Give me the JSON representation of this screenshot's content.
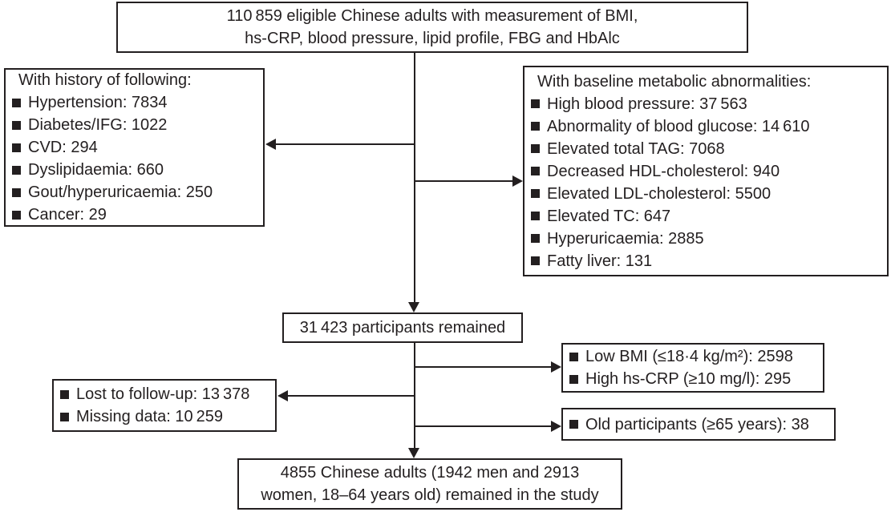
{
  "figure": {
    "colors": {
      "text": "#231f20",
      "border": "#231f20",
      "background": "#ffffff"
    },
    "eligible_box": {
      "line1": "110 859 eligible Chinese adults with measurement of BMI,",
      "line2": "hs-CRP, blood pressure, lipid profile, FBG and HbAlc"
    },
    "history_box": {
      "title": "With history of following:",
      "items": [
        "Hypertension: 7834",
        "Diabetes/IFG: 1022",
        "CVD: 294",
        "Dyslipidaemia: 660",
        "Gout/hyperuricaemia: 250",
        "Cancer: 29"
      ]
    },
    "metabolic_box": {
      "title": "With baseline metabolic abnormalities:",
      "items": [
        "High blood pressure: 37 563",
        "Abnormality of blood glucose: 14 610",
        "Elevated total TAG: 7068",
        "Decreased HDL-cholesterol: 940",
        "Elevated LDL-cholesterol: 5500",
        "Elevated TC: 647",
        "Hyperuricaemia: 2885",
        "Fatty liver: 131"
      ]
    },
    "remained_box": {
      "text": "31 423 participants remained"
    },
    "bmi_crp_box": {
      "items": [
        "Low BMI (≤18·4 kg/m²): 2598",
        "High hs-CRP (≥10 mg/l): 295"
      ]
    },
    "lost_missing_box": {
      "items": [
        "Lost to follow-up: 13 378",
        "Missing data: 10 259"
      ]
    },
    "old_participants_box": {
      "items": [
        "Old participants (≥65 years): 38"
      ]
    },
    "final_box": {
      "line1": "4855 Chinese adults (1942 men and 2913",
      "line2": "women, 18–64 years old) remained in the study"
    }
  }
}
